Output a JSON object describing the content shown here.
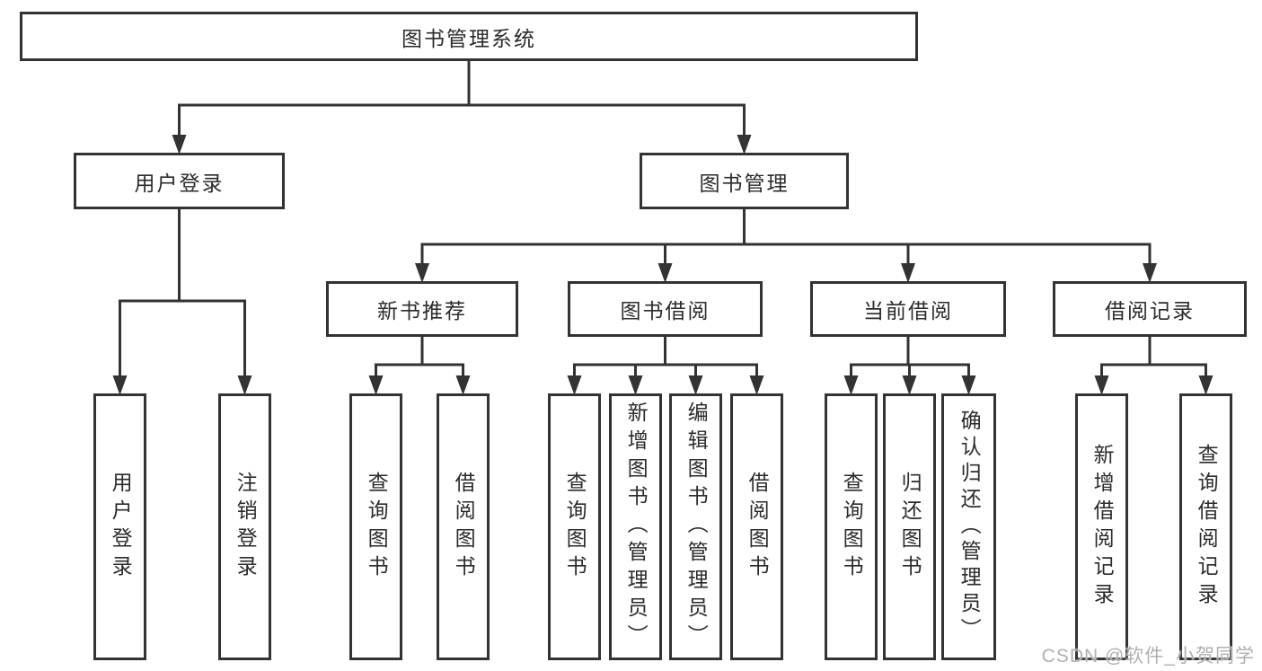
{
  "diagram": {
    "type": "hierarchy-tree",
    "title": "图书管理系统",
    "colors": {
      "line": "#333333",
      "box_border": "#333333",
      "text": "#2b2b2b",
      "background": "#ffffff",
      "watermark": "#b0b0b0"
    }
  },
  "tree": {
    "label": "图书管理系统",
    "children": [
      {
        "label": "用户登录",
        "children": [
          {
            "label": "用户登录"
          },
          {
            "label": "注销登录"
          }
        ]
      },
      {
        "label": "图书管理",
        "children": [
          {
            "label": "新书推荐",
            "children": [
              {
                "label": "查询图书"
              },
              {
                "label": "借阅图书"
              }
            ]
          },
          {
            "label": "图书借阅",
            "children": [
              {
                "label": "查询图书"
              },
              {
                "label": "新增图书（管理员）"
              },
              {
                "label": "编辑图书（管理员）"
              },
              {
                "label": "借阅图书"
              }
            ]
          },
          {
            "label": "当前借阅",
            "children": [
              {
                "label": "查询图书"
              },
              {
                "label": "归还图书"
              },
              {
                "label": "确认归还（管理员）"
              }
            ]
          },
          {
            "label": "借阅记录",
            "children": [
              {
                "label": "新增借阅记录"
              },
              {
                "label": "查询借阅记录"
              }
            ]
          }
        ]
      }
    ]
  },
  "watermark": {
    "text": "CSDN @软件_小贺同学"
  }
}
